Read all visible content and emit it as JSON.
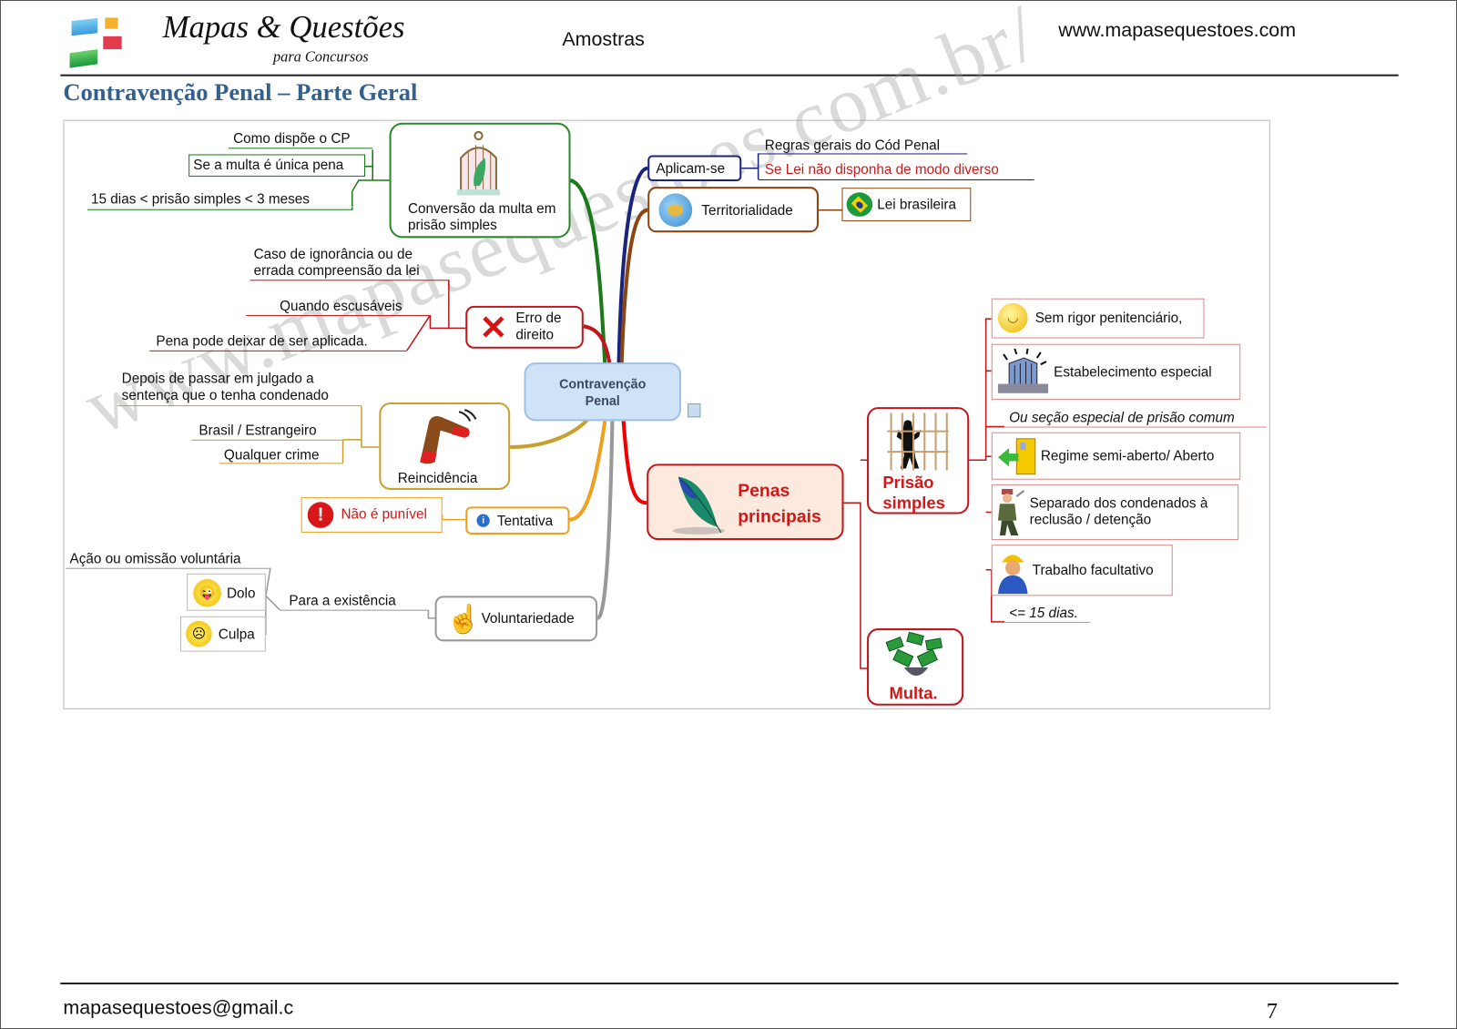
{
  "header": {
    "brand_title": "Mapas & Questões",
    "brand_subtitle": "para Concursos",
    "section": "Amostras",
    "website": "www.mapasequestoes.com"
  },
  "page_title": "Contravenção Penal – Parte Geral",
  "watermark": "www.mapasequestoes.com.br/",
  "mindmap": {
    "center": "Contravenção Penal",
    "conversao": {
      "label": "Conversão da multa em prisão simples",
      "children": [
        "Como dispõe o CP",
        "Se a multa é única pena",
        "15 dias < prisão simples <  3 meses"
      ]
    },
    "erro": {
      "label": "Erro de direito",
      "children": [
        "Caso de ignorância ou de errada compreensão da lei",
        "Quando escusáveis",
        "Pena pode deixar de ser aplicada."
      ]
    },
    "reincidencia": {
      "label": "Reincidência",
      "children": [
        "Depois de passar em julgado a sentença que o tenha condenado",
        "Brasil / Estrangeiro",
        "Qualquer crime"
      ]
    },
    "tentativa": {
      "label": "Tentativa",
      "child": "Não é punível"
    },
    "voluntariedade": {
      "label": "Voluntariedade",
      "child": "Para a existência",
      "sub_label": "Ação ou omissão voluntária",
      "sub_children": [
        "Dolo",
        "Culpa"
      ]
    },
    "aplicam": {
      "label": "Aplicam-se",
      "children": [
        "Regras gerais do Cód Penal",
        "Se Lei não disponha de modo diverso"
      ]
    },
    "territorialidade": {
      "label": "Territorialidade",
      "child": "Lei brasileira"
    },
    "penas": {
      "label": "Penas principais",
      "prisao": {
        "label": "Prisão simples",
        "children": [
          "Sem rigor penitenciário,",
          "Estabelecimento especial",
          "Ou seção especial de prisão comum",
          "Regime semi-aberto/ Aberto",
          "Separado dos condenados à reclusão / detenção",
          "Trabalho facultativo",
          "<= 15 dias."
        ]
      },
      "multa": "Multa."
    }
  },
  "footer": {
    "email": "mapasequestoes@gmail.c",
    "page_number": "7"
  }
}
